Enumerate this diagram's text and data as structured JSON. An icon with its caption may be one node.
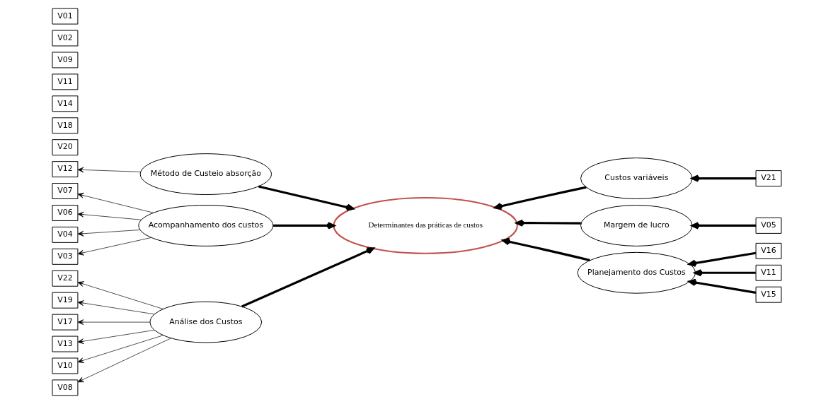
{
  "diagram": {
    "nodes": [
      {
        "text": [
          "V01"
        ]
      },
      {
        "text": [
          "V02"
        ]
      },
      {
        "text": [
          "V08"
        ]
      },
      {
        "text": [
          "V09"
        ]
      },
      {
        "text": [
          "V10"
        ]
      },
      {
        "text": [
          "V11"
        ]
      },
      {
        "text": [
          "V13"
        ]
      },
      {
        "text": [
          "V14"
        ]
      },
      {
        "text": [
          "V17"
        ]
      },
      {
        "text": [
          "V18"
        ]
      },
      {
        "text": [
          "V19"
        ]
      },
      {
        "text": [
          "V20"
        ]
      },
      {
        "text": [
          "V22"
        ]
      },
      {
        "text": [
          "Análise dos Custos"
        ]
      },
      {
        "text": [
          "Planejamento dos Custos"
        ]
      },
      {
        "text": [
          "V15"
        ]
      },
      {
        "text": [
          "V11"
        ]
      },
      {
        "text": [
          "V16"
        ]
      },
      {
        "text": [
          "V03"
        ]
      },
      {
        "text": [
          "V04"
        ]
      },
      {
        "text": [
          "V06"
        ]
      },
      {
        "text": [
          "V07"
        ]
      },
      {
        "text": [
          "Acompanhamento dos custos"
        ]
      },
      {
        "text": [
          "Determinantes das práticas de custos"
        ]
      },
      {
        "text": [
          "Margem de lucro"
        ]
      },
      {
        "text": [
          "V05"
        ]
      },
      {
        "text": [
          "Método de Custeio absorção"
        ]
      },
      {
        "text": [
          "V12"
        ]
      },
      {
        "text": [
          "Custos variáveis"
        ]
      },
      {
        "text": [
          "V21"
        ]
      }
    ],
    "edges": [
      {
        "from": 13,
        "to": 2,
        "arrow": "to"
      },
      {
        "from": 13,
        "to": 4,
        "arrow": "to"
      },
      {
        "from": 13,
        "to": 6,
        "arrow": "to"
      },
      {
        "from": 13,
        "to": 8,
        "arrow": "to"
      },
      {
        "from": 13,
        "to": 10,
        "arrow": "to"
      },
      {
        "from": 13,
        "to": 12,
        "arrow": "to"
      },
      {
        "from": 13,
        "to": 23,
        "arrow": "to",
        "style": "thick"
      },
      {
        "from": 15,
        "to": 14,
        "arrow": "to",
        "style": "thick"
      },
      {
        "from": 16,
        "to": 14,
        "arrow": "to",
        "style": "thick"
      },
      {
        "from": 17,
        "to": 14,
        "arrow": "to",
        "style": "thick"
      },
      {
        "from": 14,
        "to": 23,
        "arrow": "to",
        "style": "thick"
      },
      {
        "from": 22,
        "to": 18,
        "arrow": "to"
      },
      {
        "from": 22,
        "to": 19,
        "arrow": "to"
      },
      {
        "from": 22,
        "to": 20,
        "arrow": "to"
      },
      {
        "from": 22,
        "to": 21,
        "arrow": "to"
      },
      {
        "from": 22,
        "to": 23,
        "arrow": "to",
        "style": "thick"
      },
      {
        "from": 24,
        "to": 23,
        "arrow": "to",
        "style": "thick"
      },
      {
        "from": 25,
        "to": 24,
        "arrow": "to",
        "style": "thick"
      },
      {
        "from": 26,
        "to": 27,
        "arrow": "to"
      },
      {
        "from": 26,
        "to": 23,
        "arrow": "to",
        "style": "thick"
      },
      {
        "from": 28,
        "to": 23,
        "arrow": "to",
        "style": "thick"
      },
      {
        "from": 29,
        "to": 28,
        "arrow": "to",
        "style": "thick"
      }
    ]
  }
}
